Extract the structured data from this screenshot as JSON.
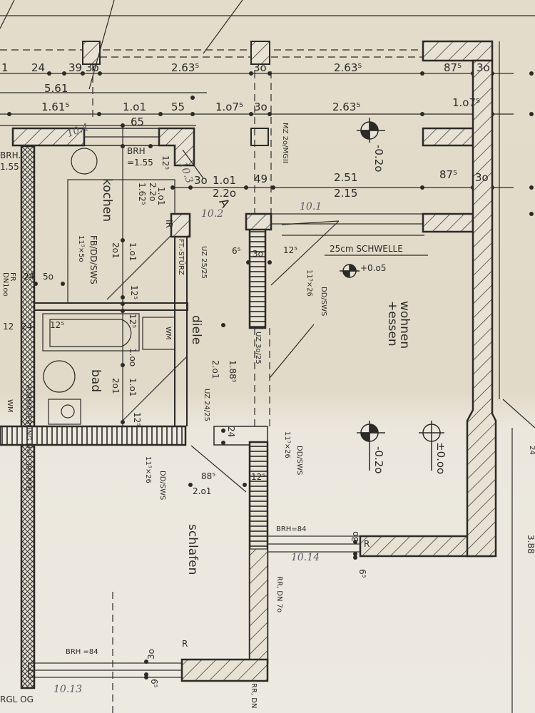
{
  "title": "Grundriss Wohnung (Ausschnitt)",
  "rooms": {
    "kochen": "kochen",
    "diele": "diele",
    "bad": "bad",
    "schlafen": "schlafen",
    "wohnen": "wohnen",
    "essen": "+essen"
  },
  "top_dims_row1": [
    "1",
    "24",
    "39",
    "3o",
    "2.63⁵",
    "3o",
    "2.63⁵",
    "87⁵",
    "3o"
  ],
  "top_dims_row1b": "5.61",
  "top_dims_row2": [
    "1.61⁵",
    "1.o1",
    "55",
    "1.o7⁵",
    "3o",
    "2.63⁵",
    "1.o7⁵"
  ],
  "dim_65": "65",
  "row3": [
    "3o",
    "1.o1",
    "49",
    "2.51",
    "87⁵",
    "3o"
  ],
  "row3b": [
    "2.2o",
    "2.15"
  ],
  "mark_a": "A",
  "kitchen": {
    "brh_left": "BRH.",
    "brh_left_val": "1.55",
    "brh": "BRH",
    "brh_val": "=1.55",
    "d125": "12⁵",
    "v1": "2.2o",
    "v2": "1.62⁵",
    "v3": "1.o1",
    "ir": "IR",
    "fb": "FB/DD/SWS",
    "fb_size": "11⁵×5o",
    "v4": "2o1",
    "v5": "1.o1",
    "d125b": "12⁵",
    "d50": "5o",
    "d24": "24",
    "fr": "FR",
    "fr_dn": "DN1oo"
  },
  "mz": "MZ 2o/MGII",
  "levels": {
    "l1": "-0.2o",
    "l2": "+0.o5",
    "l3": "-0.2o",
    "l4": "±0.oo"
  },
  "hall": {
    "sturz": "FT.-STÜRZ",
    "uz1": "UZ 25/25",
    "d65": "6⁵",
    "d30": "3o",
    "d125": "12⁵",
    "uz2": "UZ 3o/25",
    "d188": "1.88⁵",
    "d201": "2.o1",
    "uz3": "UZ 24/25",
    "d24": "24"
  },
  "schwelle": "25cm SCHWELLE",
  "door1": {
    "size": "11⁵×26",
    "type": "DD/SWS"
  },
  "bath": {
    "d125a": "12⁵",
    "d125b": "12⁵",
    "d12": "12",
    "d24": "24",
    "wm": "WM",
    "d100": "1.oo",
    "v1": "2o1",
    "v2": "1.o1",
    "d125c": "12⁵",
    "wm2": "WM",
    "vormauerung": "VORMAUERUNG H=1.39ü.RFB"
  },
  "door2": {
    "size": "11⁵×26",
    "type": "DD/SWS"
  },
  "door3": {
    "size": "11⁵×26",
    "type": "DD/SWS"
  },
  "bed": {
    "d885": "88⁵",
    "d201": "2.o1",
    "d125": "12⁵",
    "brh": "BRH=84",
    "d30": "3o",
    "r": "R",
    "d65": "6⁵",
    "rr": "RR, DN 7o",
    "brh2": "BRH =84",
    "d30b": "3o",
    "r2": "R",
    "d65b": "6⁵",
    "rr2": "RR, DN"
  },
  "right": {
    "d388": "3.88",
    "d24": "24",
    "r": "R"
  },
  "rgl": "RGL OG",
  "handwritten": [
    "10.4",
    "10.3",
    "10.2",
    "10.1",
    "10.14",
    "10.13"
  ]
}
